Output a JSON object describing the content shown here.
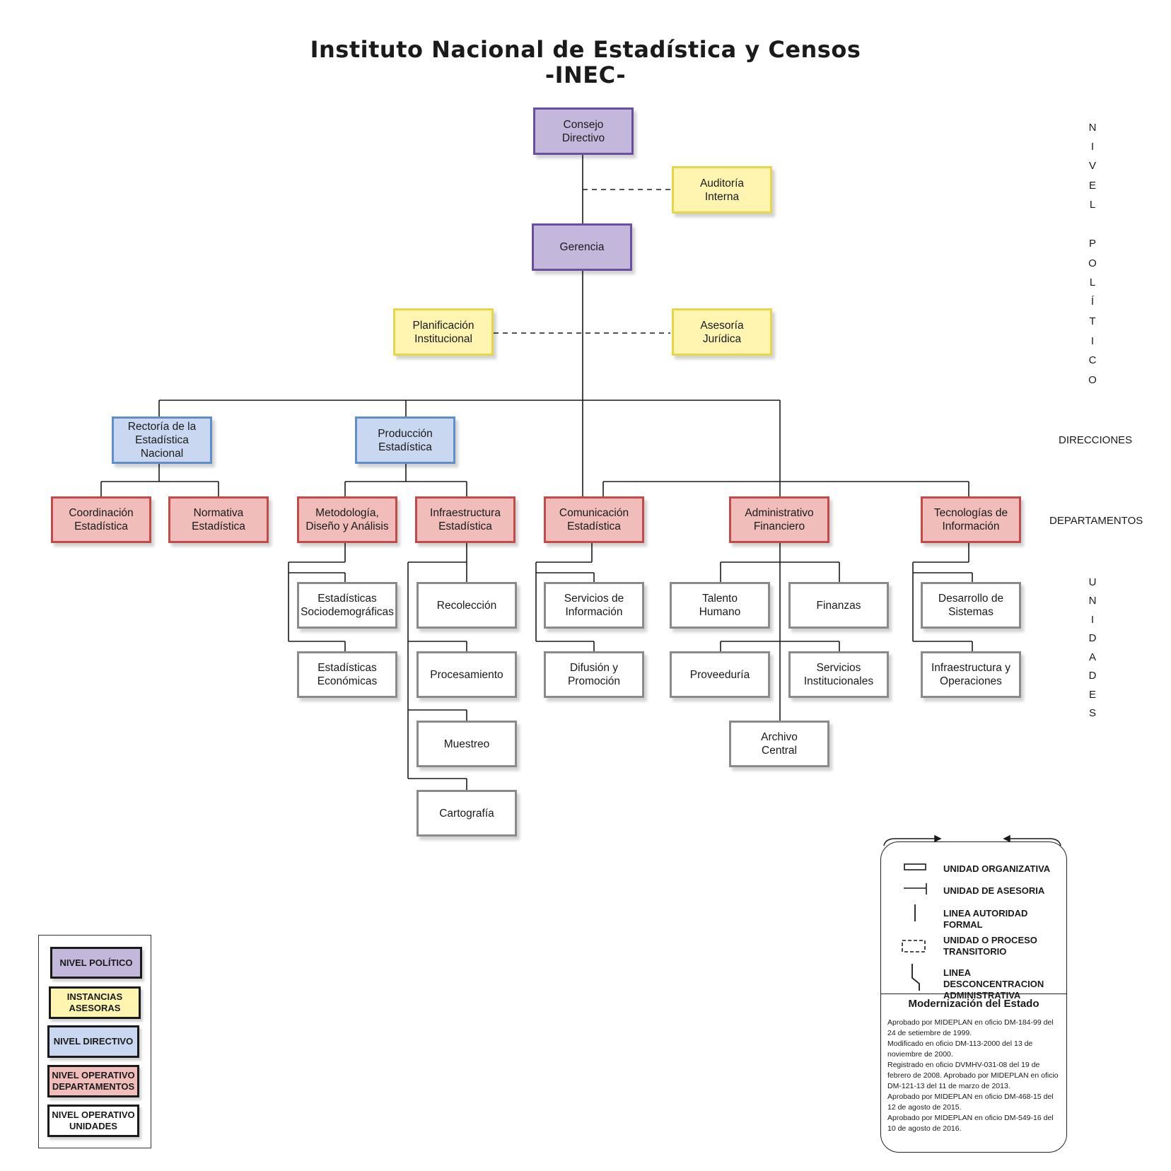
{
  "title": {
    "line1": "Instituto Nacional de Estadística y Censos",
    "line2": "-INEC-"
  },
  "boxes": {
    "consejo": "Consejo\nDirectivo",
    "auditoria": "Auditoría\nInterna",
    "gerencia": "Gerencia",
    "planificacion": "Planificación\nInstitucional",
    "asesoria": "Asesoría\nJurídica",
    "rectoria": "Rectoría de la\nEstadística Nacional",
    "produccion": "Producción\nEstadística",
    "coordinacion": "Coordinación\nEstadística",
    "normativa": "Normativa\nEstadística",
    "metodologia": "Metodología,\nDiseño y Análisis",
    "infraestructura_est": "Infraestructura\nEstadística",
    "comunicacion": "Comunicación\nEstadística",
    "administrativo": "Administrativo\nFinanciero",
    "tecnologias": "Tecnologías de\nInformación",
    "est_socio": "Estadísticas\nSociodemográficas",
    "est_econ": "Estadísticas\nEconómicas",
    "recoleccion": "Recolección",
    "procesamiento": "Procesamiento",
    "muestreo": "Muestreo",
    "cartografia": "Cartografía",
    "servicios_info": "Servicios de\nInformación",
    "difusion": "Difusión y\nPromoción",
    "talento": "Talento\nHumano",
    "finanzas": "Finanzas",
    "proveeduria": "Proveeduría",
    "servicios_inst": "Servicios\nInstitucionales",
    "archivo": "Archivo\nCentral",
    "desarrollo": "Desarrollo de\nSistemas",
    "infra_op": "Infraestructura y\nOperaciones"
  },
  "side": {
    "nivel_politico": [
      "N",
      "I",
      "V",
      "E",
      "L",
      "",
      "P",
      "O",
      "L",
      "Í",
      "T",
      "I",
      "C",
      "O"
    ],
    "direcciones": "DIRECCIONES",
    "departamentos": "DEPARTAMENTOS",
    "unidades": [
      "U",
      "N",
      "I",
      "D",
      "A",
      "D",
      "E",
      "S"
    ]
  },
  "legend": {
    "politico": "NIVEL POLÍTICO",
    "asesoras": "INSTANCIAS\nASESORAS",
    "directivo": "NIVEL DIRECTIVO",
    "departamentos": "NIVEL OPERATIVO\nDEPARTAMENTOS",
    "unidades": "NIVEL OPERATIVO\nUNIDADES"
  },
  "symbols": {
    "unidad_organizativa": "UNIDAD ORGANIZATIVA",
    "unidad_asesoria": "UNIDAD DE ASESORIA",
    "linea_autoridad": "LINEA AUTORIDAD FORMAL",
    "unidad_transitorio": "UNIDAD O PROCESO\nTRANSITORIO",
    "linea_desconcentracion": "LINEA DESCONCENTRACION\nADMINISTRATIVA"
  },
  "notes": {
    "title": "Modernización del Estado",
    "lines": [
      "Aprobado por MIDEPLAN en oficio DM-184-99 del 24 de setiembre de 1999.",
      "Modificado en oficio DM-113-2000 del 13 de noviembre de 2000.",
      "Registrado en oficio DVMHV-031-08 del 19 de febrero de 2008. Aprobado por MIDEPLAN en oficio DM-121-13 del 11 de marzo de 2013.",
      "Aprobado por MIDEPLAN en oficio DM-468-15 del 12 de agosto de 2015.",
      "Aprobado por MIDEPLAN en oficio DM-549-16 del 10 de agosto de 2016."
    ]
  },
  "colors": {
    "politico_fill": "#c3b7dc",
    "politico_border": "#6a4f9e",
    "asesora_fill": "#fff4b0",
    "asesora_border": "#e8d64a",
    "directivo_fill": "#c9d8f0",
    "directivo_border": "#5f8fcb",
    "depto_fill": "#f0bdbb",
    "depto_border": "#c44a4a",
    "unidad_fill": "#ffffff",
    "unidad_border": "#8a8a8a"
  }
}
